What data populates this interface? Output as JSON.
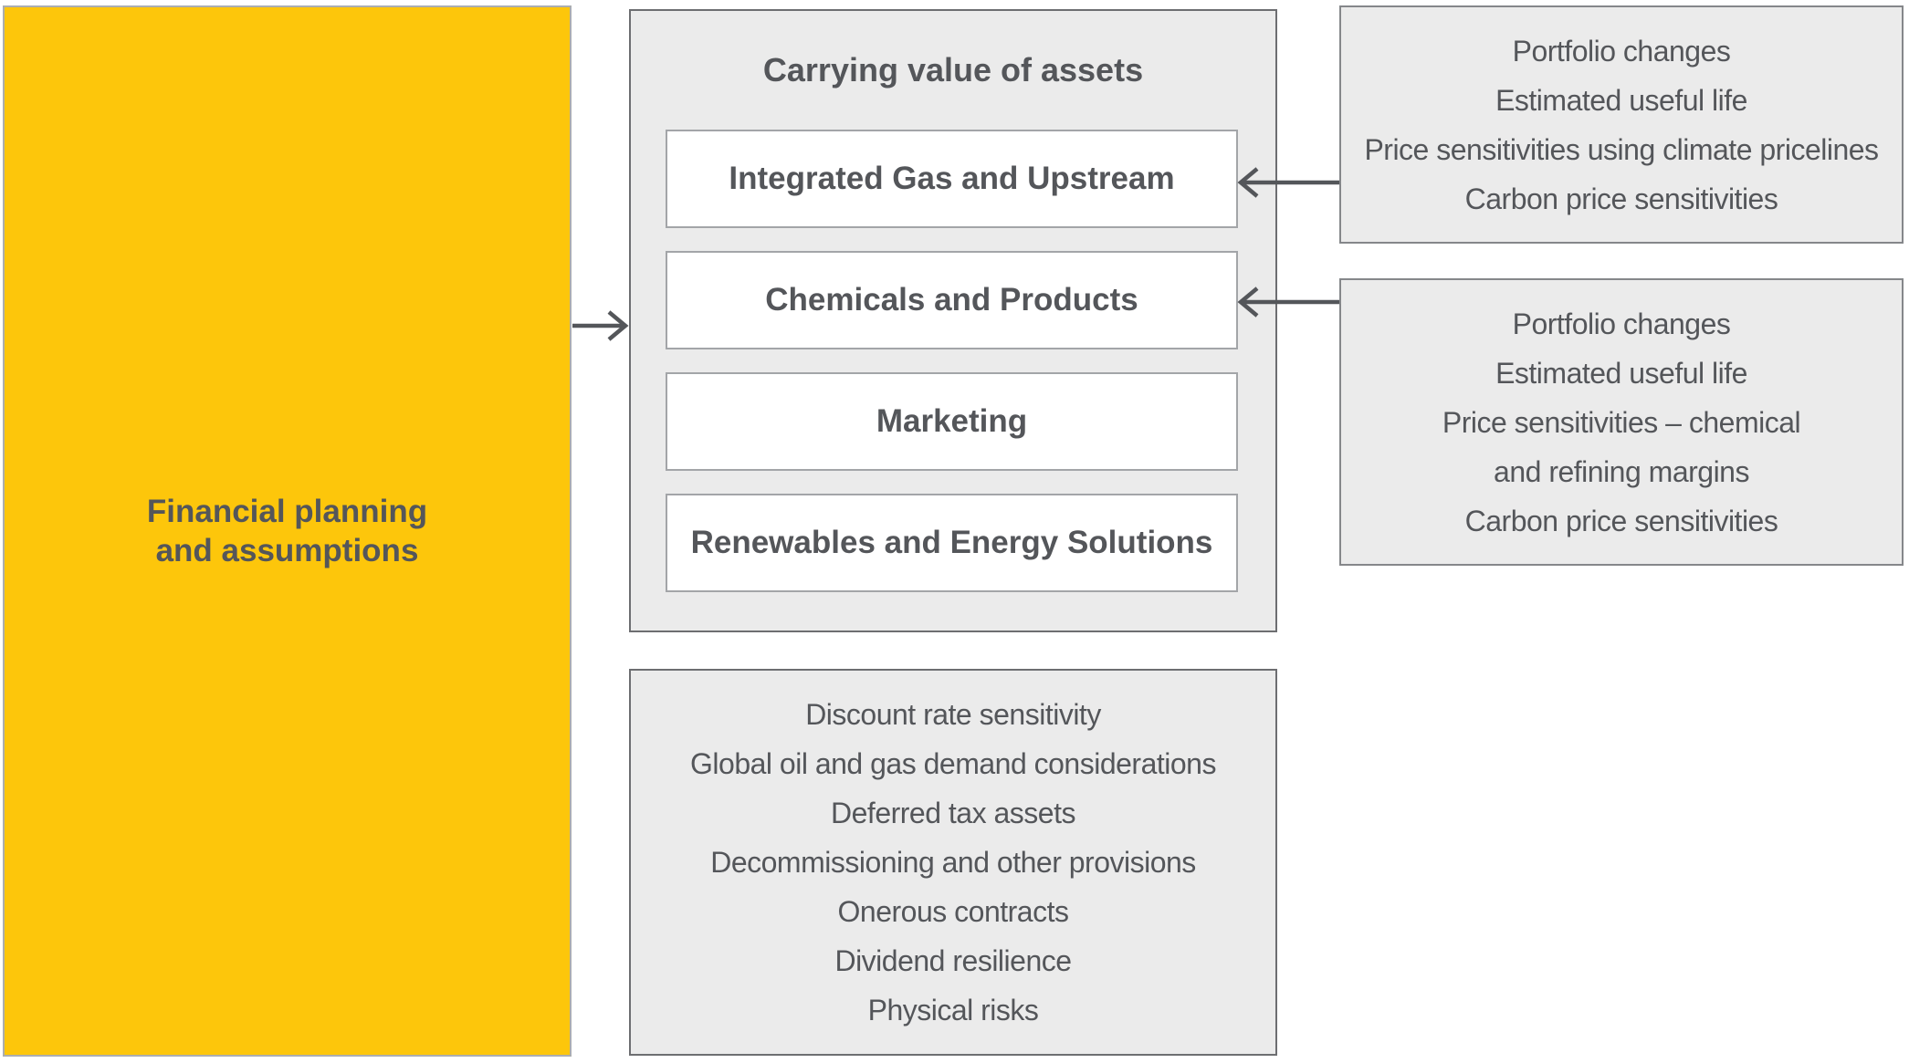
{
  "colors": {
    "yellow": "#FDC60B",
    "panel-gray": "#EBEBEB",
    "text-dark": "#54565A",
    "border-dark": "#6D6E71",
    "border-light": "#ABADB0",
    "arrow": "#54565A"
  },
  "financial": {
    "line1": "Financial planning",
    "line2": "and assumptions"
  },
  "carrying": {
    "title": "Carrying value of assets",
    "segments": [
      "Integrated Gas and Upstream",
      "Chemicals and Products",
      "Marketing",
      "Renewables and Energy Solutions"
    ]
  },
  "upstream_factors": {
    "lines": [
      "Portfolio changes",
      "Estimated useful life",
      "Price sensitivities using climate pricelines",
      "Carbon price sensitivities"
    ]
  },
  "chemicals_factors": {
    "lines": [
      "Portfolio changes",
      "Estimated useful life",
      "Price sensitivities – chemical",
      "and refining margins",
      "Carbon price sensitivities"
    ]
  },
  "general_factors": {
    "lines": [
      "Discount rate sensitivity",
      "Global oil and gas demand considerations",
      "Deferred tax assets",
      "Decommissioning and other provisions",
      "Onerous contracts",
      "Dividend resilience",
      "Physical risks"
    ]
  }
}
